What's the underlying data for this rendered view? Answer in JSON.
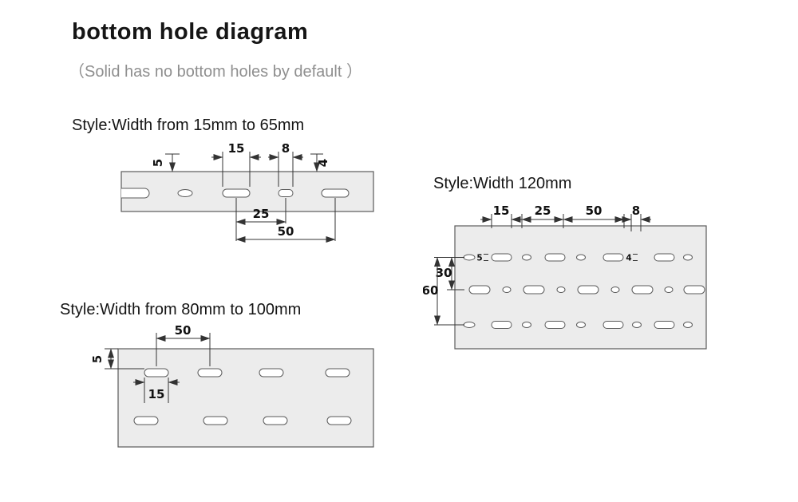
{
  "page": {
    "title": "bottom hole diagram",
    "subtitle": "（Solid has no bottom holes by default ）"
  },
  "colors": {
    "plate_fill": "#ececec",
    "plate_stroke": "#5a5a5a",
    "dimension_line": "#333333",
    "title_text": "#151515",
    "subtitle_text": "#8f8f8f"
  },
  "styles": {
    "s1": {
      "label": "Style:Width from 15mm to 65mm",
      "dims": {
        "w15": "15",
        "w8": "8",
        "h5": "5",
        "h4": "4",
        "p25": "25",
        "p50": "50"
      }
    },
    "s2": {
      "label": "Style:Width from 80mm to 100mm",
      "dims": {
        "p50": "50",
        "h5": "5",
        "w15": "15"
      }
    },
    "s3": {
      "label": "Style:Width 120mm",
      "dims": {
        "w15": "15",
        "p25": "25",
        "p50": "50",
        "w8": "8",
        "h5": "5",
        "h4": "4",
        "v30": "30",
        "v60": "60"
      }
    }
  }
}
